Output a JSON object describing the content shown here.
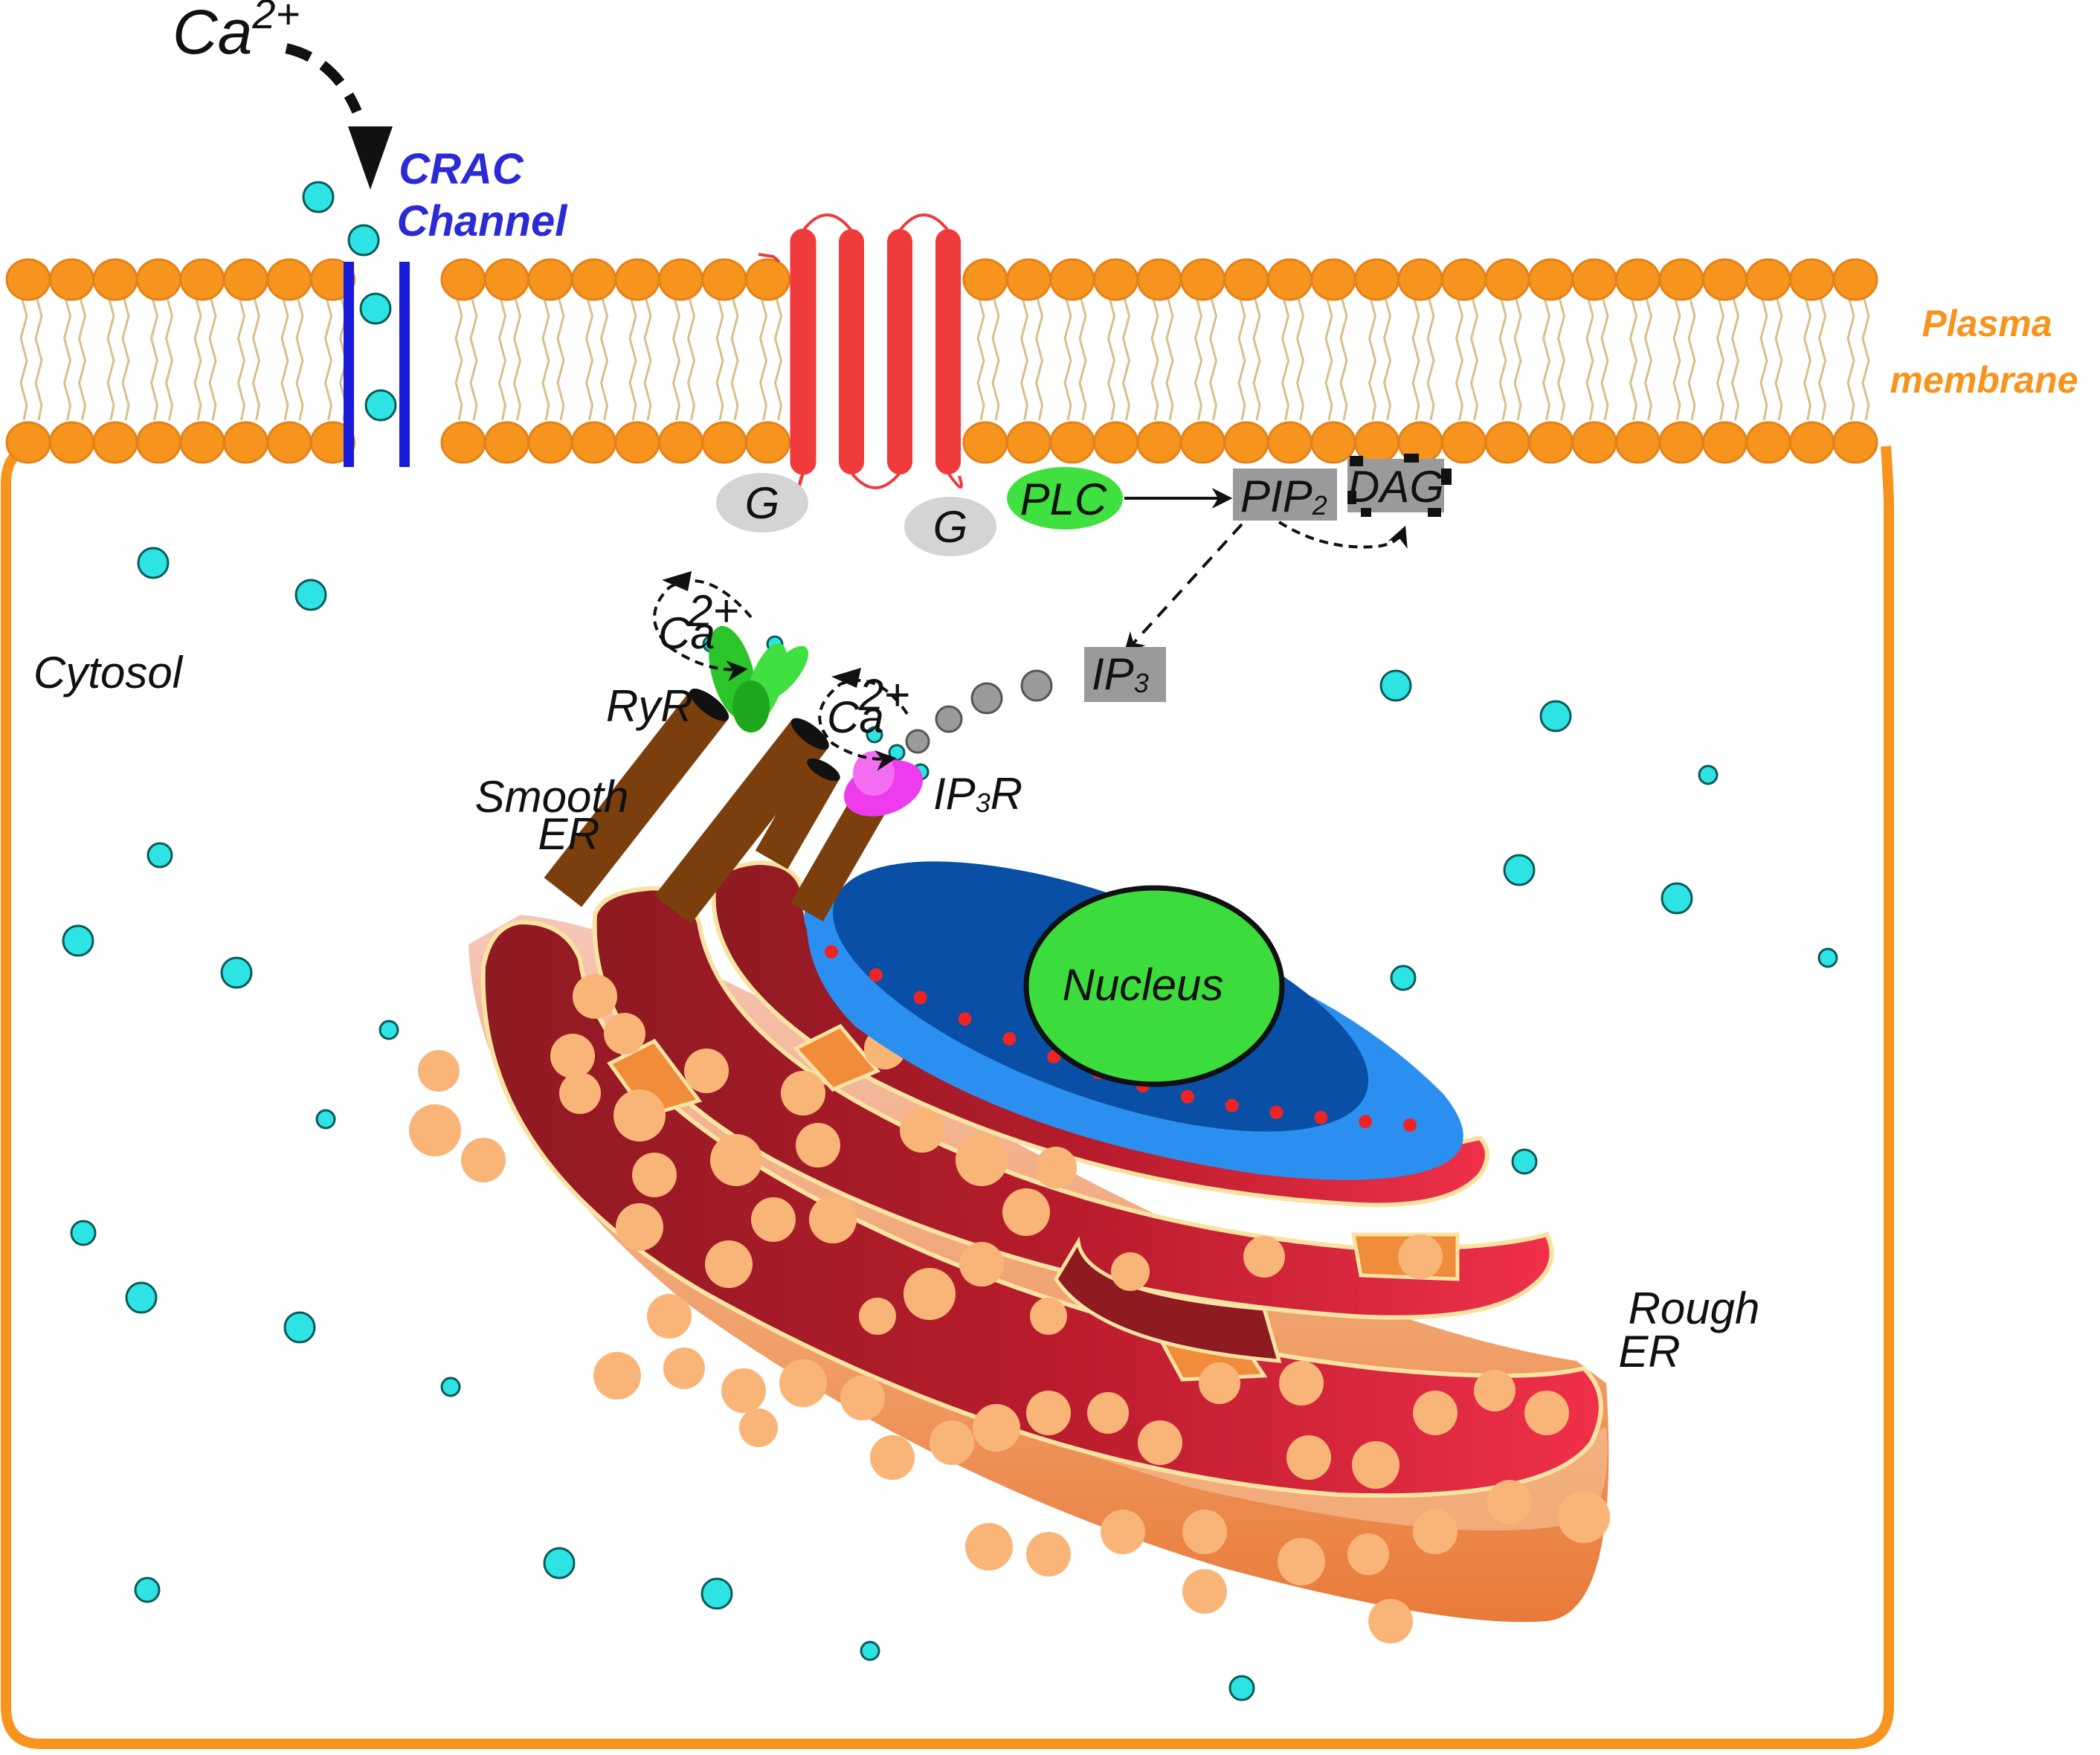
{
  "labels": {
    "ca_ion": "Ca",
    "ca_charge": "2+",
    "crac_line1": "CRAC",
    "crac_line2": "Channel",
    "plasma_line1": "Plasma",
    "plasma_line2": "membrane",
    "cytosol": "Cytosol",
    "g_protein": "G",
    "plc": "PLC",
    "pip": "PIP",
    "pip_sub": "2",
    "dag": "DAG",
    "ip": "IP",
    "ip_sub": "3",
    "ryr": "RyR",
    "ip3r_pre": "IP",
    "ip3r_sub": "3",
    "ip3r_post": "R",
    "ca_small": "Ca",
    "charge_small": "2+",
    "smooth_line1": "Smooth",
    "smooth_line2": "ER",
    "nucleus": "Nucleus",
    "rough_line1": "Rough",
    "rough_line2": "ER"
  },
  "colors": {
    "membrane": "#f7941d",
    "membrane_tail": "#d9bf8a",
    "crac": "#1a1adb",
    "crac_text": "#2a2ad6",
    "receptor": "#ef3b3b",
    "calcium": "#2de3e3",
    "g_protein": "#d4d4d4",
    "plc": "#3fe03f",
    "pip_box": "#9a9a9a",
    "ryr": "#2bc42b",
    "ip3r": "#ee3bee",
    "smooth_er": "#7b3f0e",
    "nucleus": "#3ddc3d",
    "nuclear_env": "#1f7fe0",
    "rough_er": "#c0202e",
    "ribosome": "#f9b578",
    "ip3_particle": "#9a9a9a"
  }
}
